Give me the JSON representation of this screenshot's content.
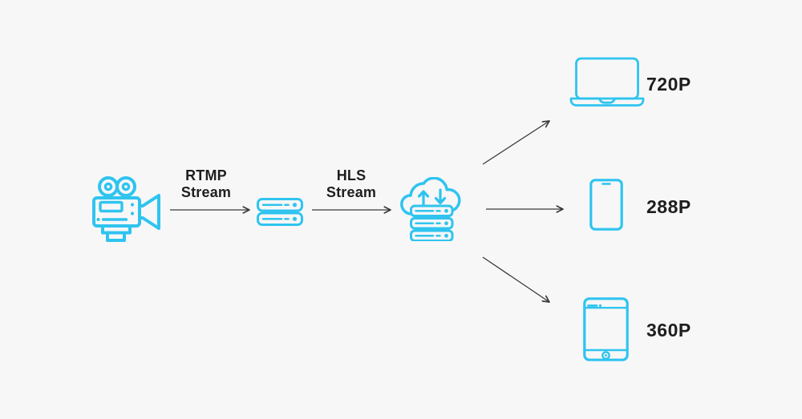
{
  "diagram": {
    "type": "flow",
    "background": "#F7F7F8",
    "accent_color": "#2FC4EF",
    "text_color": "#1E1E1E",
    "arrow_color": "#3A3A3A",
    "source_node": {
      "icon": "video-camera-icon"
    },
    "ingest_node": {
      "icon": "server-icon"
    },
    "delivery_node": {
      "icon": "cloud-server-icon"
    },
    "stream_labels": {
      "rtmp": {
        "line1": "RTMP",
        "line2": "Stream"
      },
      "hls": {
        "line1": "HLS",
        "line2": "Stream"
      }
    },
    "outputs": [
      {
        "device": "laptop",
        "icon": "laptop-icon",
        "resolution": "720P"
      },
      {
        "device": "smartphone",
        "icon": "smartphone-icon",
        "resolution": "288P"
      },
      {
        "device": "tablet",
        "icon": "tablet-icon",
        "resolution": "360P"
      }
    ]
  }
}
